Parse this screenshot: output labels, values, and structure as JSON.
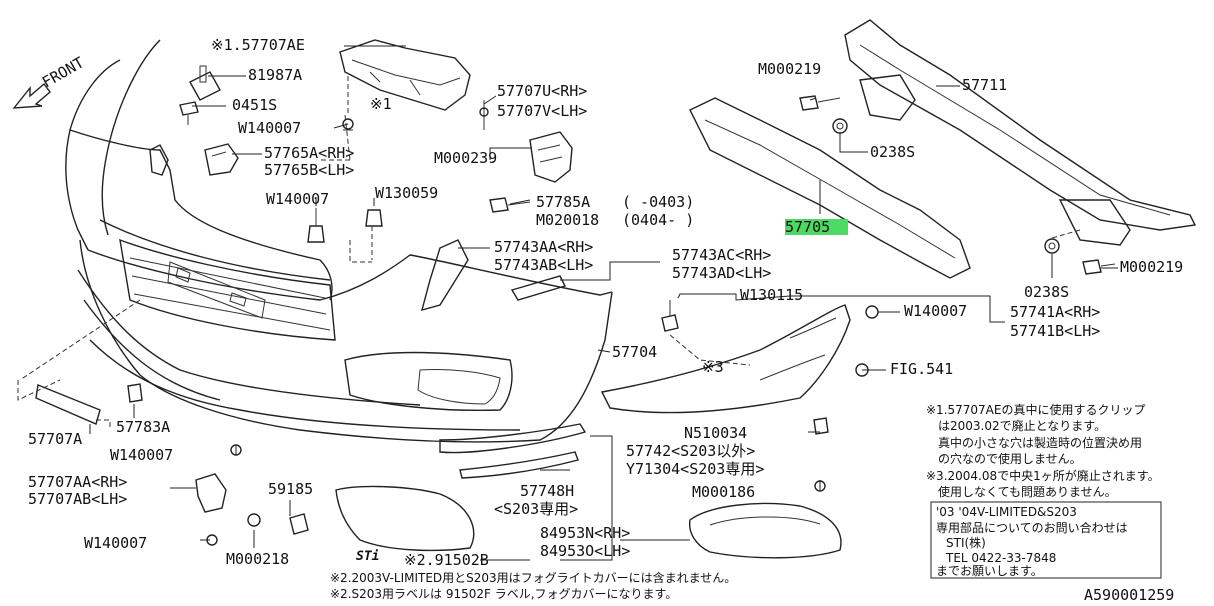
{
  "front_label": "FRONT",
  "highlight_color": "#4cd964",
  "callouts": {
    "c57707ae": "※1.57707AE",
    "c81987a": "81987A",
    "c0451s": "0451S",
    "c_star1": "※1",
    "w140007_a": "W140007",
    "c57765a": "57765A<RH>",
    "c57765b": "57765B<LH>",
    "c57707u": "57707U<RH>",
    "c57707v": "57707V<LH>",
    "m000239": "M000239",
    "w140007_b": "W140007",
    "w130059_a": "W130059",
    "c57785a": "57785A",
    "c57785a_date": "(    -0403)",
    "m020018": "M020018",
    "m020018_date": "(0404-    )",
    "c57743aa": "57743AA<RH>",
    "c57743ab": "57743AB<LH>",
    "c57743ac": "57743AC<RH>",
    "c57743ad": "57743AD<LH>",
    "m000219_a": "M000219",
    "c57711": "57711",
    "c0238s_a": "0238S",
    "c57705": "57705",
    "c0238s_b": "0238S",
    "m000219_b": "M000219",
    "w130115": "W130115",
    "w140007_c": "W140007",
    "c57741a": "57741A<RH>",
    "c57741b": "57741B<LH>",
    "c57704": "57704",
    "c_star3": "※3",
    "fig541": "FIG.541",
    "c57707a": "57707A",
    "c57783a": "57783A",
    "w140007_d": "W140007",
    "n510034": "N510034",
    "c57742": "57742<S203以外>",
    "y71304": "Y71304<S203専用>",
    "c57707aa": "57707AA<RH>",
    "c57707ab": "57707AB<LH>",
    "c59185": "59185",
    "m000186": "M000186",
    "c57748h": "57748H",
    "s203_only": "<S203専用>",
    "w140007_e": "W140007",
    "m000218": "M000218",
    "c91502b": "※2.91502B",
    "c84953n": "84953N<RH>",
    "c84953o": "84953O<LH>",
    "sti_logo": "STi"
  },
  "notes_top": [
    "※1.57707AEの真中に使用するクリップ",
    "は2003.02で廃止となります。",
    "真中の小さな穴は製造時の位置決め用",
    "の穴なので使用しません。",
    "※3.2004.08で中央1ヶ所が廃止されます。",
    "使用しなくても問題ありません。"
  ],
  "box_notes": [
    "'03 '04V-LIMITED&S203",
    "専用部品についてのお問い合わせは",
    "STI(株)",
    "TEL 0422-33-7848",
    "までお願いします。"
  ],
  "footer_notes": [
    "※2.2003V-LIMITED用とS203用はフォグライトカバーには含まれません。",
    "※2.S203用ラベルは 91502F ラベル,フォグカバーになります。"
  ],
  "drawing_id": "A590001259"
}
